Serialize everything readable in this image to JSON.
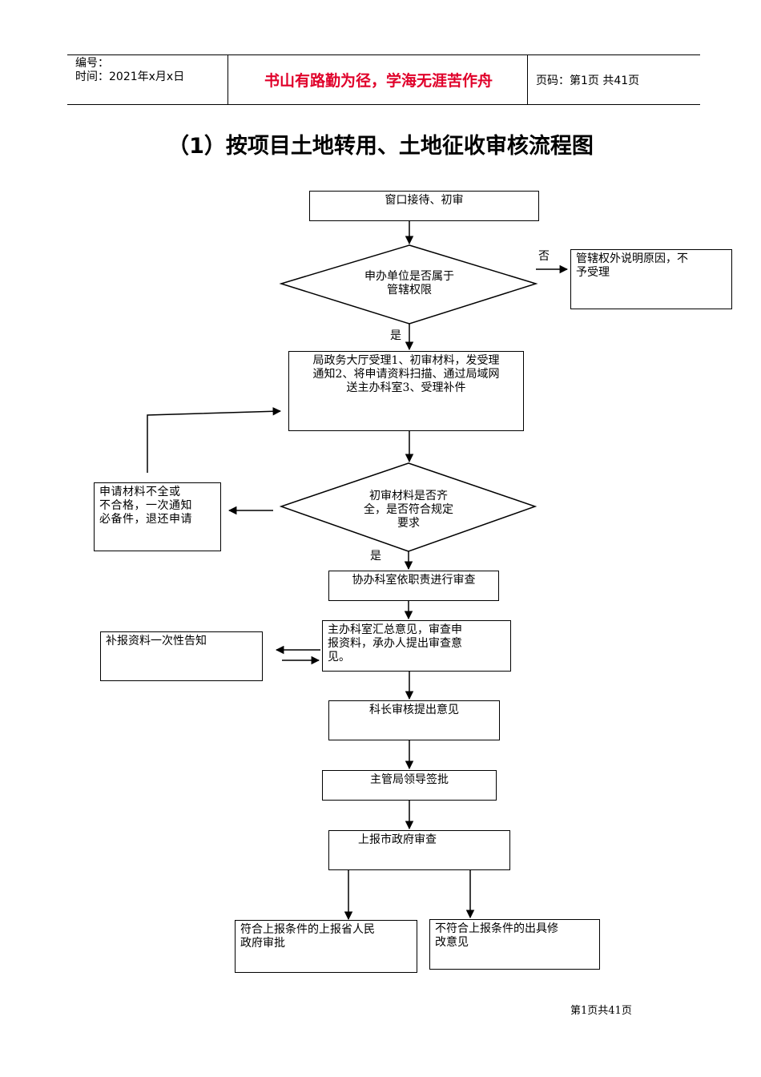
{
  "header": {
    "serial_label": "编号：",
    "date_line": "时间：2021年x月x日",
    "motto": "书山有路勤为径，学海无涯苦作舟",
    "page_info": "页码：第1页 共41页"
  },
  "title": "（1）按项目土地转用、土地征收审核流程图",
  "flow": {
    "start": "窗口接待、初审",
    "decision1": "申办单位是否属于\n管辖权限",
    "reject1": "管辖权外说明原因，不\n予受理",
    "no_label": "否",
    "yes_label1": "是",
    "accept": "局政务大厅受理1、初审材料，发受理\n通知2、将申请资料扫描、通过局域网\n送主办科室3、受理补件",
    "decision2": "初审材料是否齐\n全，是否符合规定\n要求",
    "incomplete": "申请材料不全或\n不合格，一次通知\n必备件，退还申请",
    "yes_label2": "是",
    "assist_review": "协办科室依职责进行审查",
    "main_review": "主办科室汇总意见，审查申\n报资料，承办人提出审查意\n见。",
    "supplement": "补报资料一次性告知",
    "chief_review": "科长审核提出意见",
    "director_approve": "主管局领导签批",
    "city_review": "上报市政府审查",
    "qualified": "符合上报条件的上报省人民\n政府审批",
    "unqualified": "不符合上报条件的出具修\n改意见"
  },
  "footer": "第1页共41页"
}
